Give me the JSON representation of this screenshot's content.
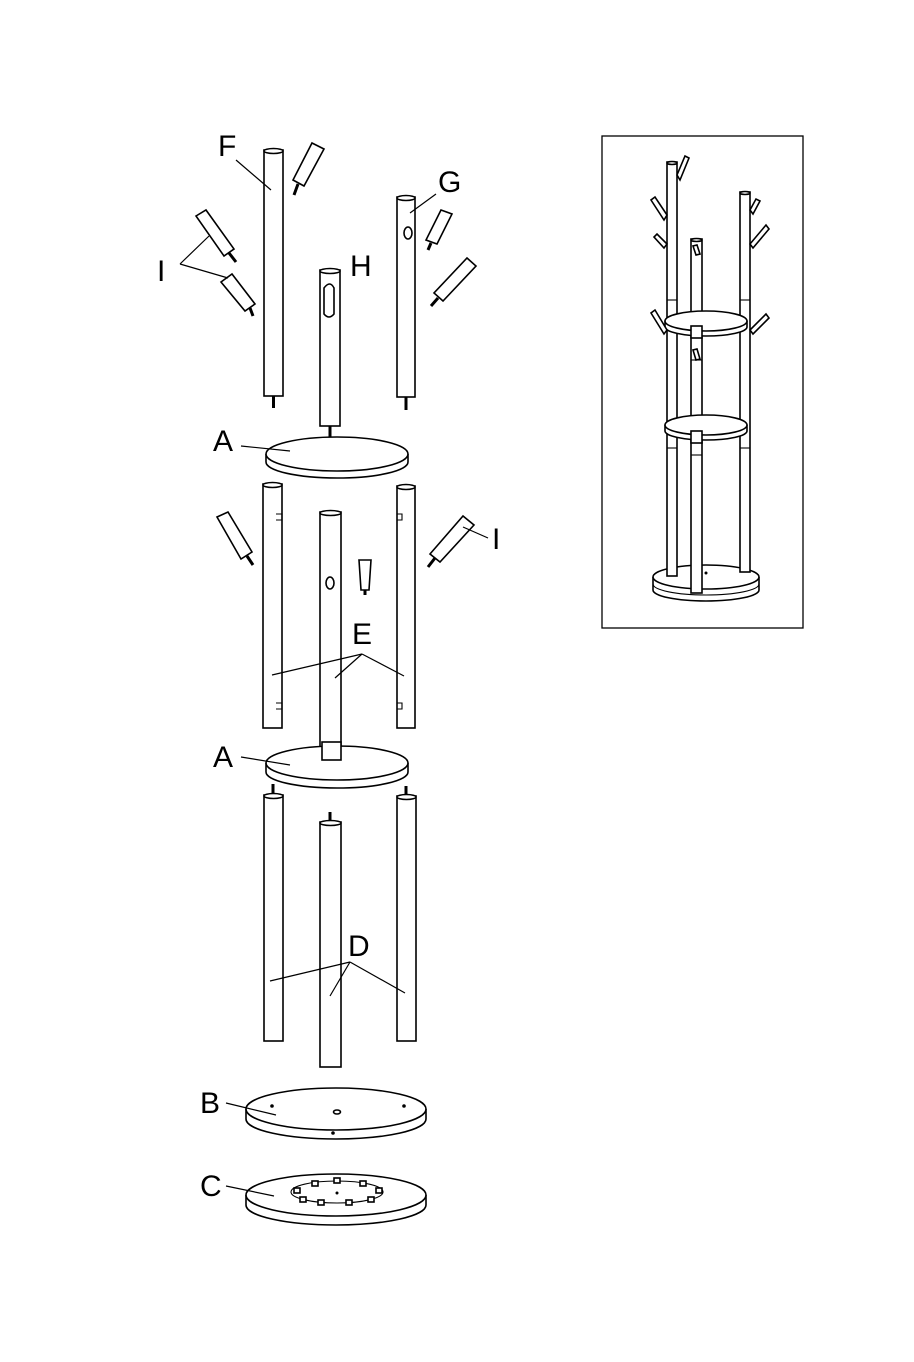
{
  "labels": {
    "shelf_upper": "A",
    "shelf_lower": "A",
    "base_top": "B",
    "base_bottom": "C",
    "lower_poles": "D",
    "middle_poles": "E",
    "top_pole_left": "F",
    "top_pole_right": "G",
    "top_pole_center": "H",
    "hooks_left": "I",
    "hooks_right": "I"
  }
}
